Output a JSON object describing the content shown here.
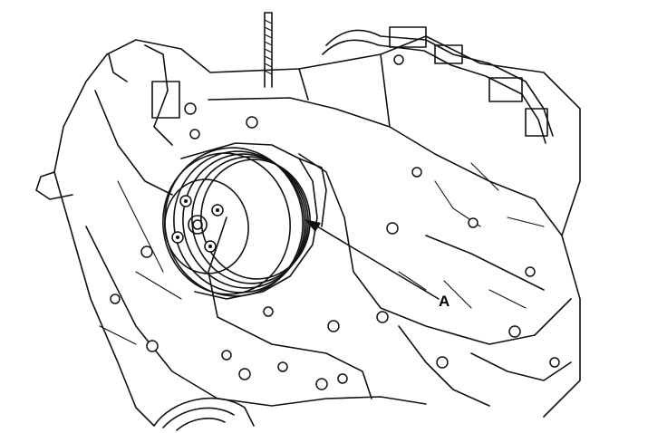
{
  "diagram": {
    "callouts": [
      {
        "id": "A",
        "label": "A",
        "target": "water-pump-pulley"
      }
    ],
    "colors": {
      "line": "#111111",
      "background": "#ffffff"
    }
  }
}
